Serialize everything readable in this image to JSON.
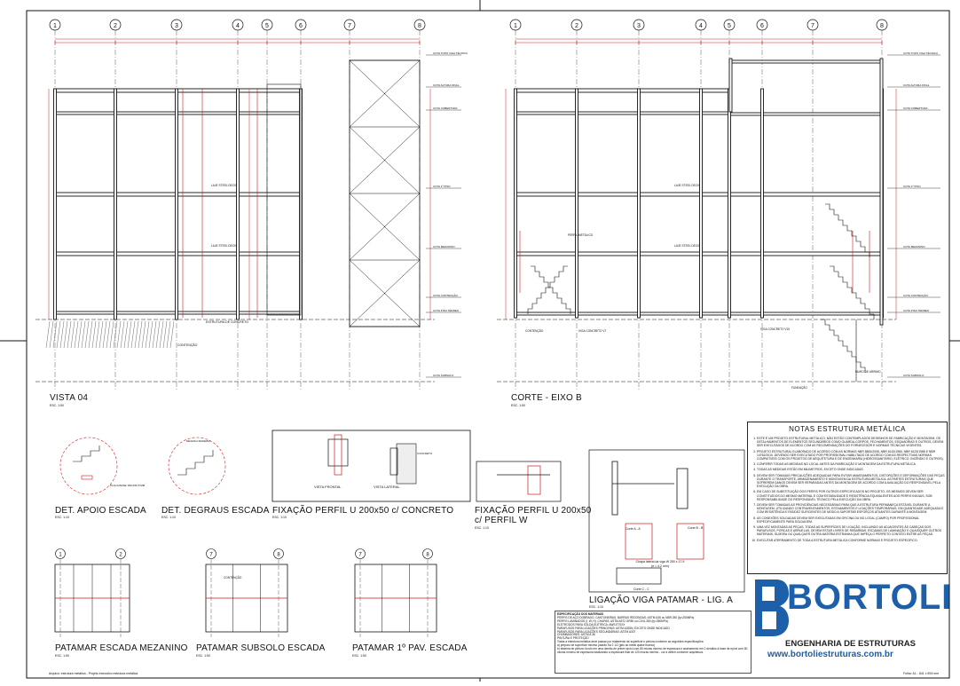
{
  "grid_top_left": [
    "1",
    "2",
    "3",
    "4",
    "5",
    "6",
    "7",
    "8"
  ],
  "grid_top_right": [
    "1",
    "2",
    "3",
    "4",
    "5",
    "6",
    "7",
    "8"
  ],
  "views": {
    "vista04": {
      "title": "VISTA 04",
      "scale": "ESC. 1:50"
    },
    "corte": {
      "title": "CORTE - EIXO B",
      "scale": "ESC. 1:50"
    },
    "det_apoio": {
      "title": "DET. APOIO ESCADA",
      "scale": "ESC. 1:10"
    },
    "det_degraus": {
      "title": "DET. DEGRAUS ESCADA",
      "scale": "ESC. 1:10"
    },
    "fix_concreto": {
      "title": "FIXAÇÃO PERFIL U 200x50 c/ CONCRETO",
      "scale": "ESC. 1:10"
    },
    "fix_w": {
      "title_l1": "FIXAÇÃO PERFIL U 200x50",
      "title_l2": "c/ PERFIL W",
      "scale": "ESC. 1:10"
    },
    "ligacao": {
      "title": "LIGAÇÃO VIGA PATAMAR - LIG. A",
      "scale": "ESC. 1:10"
    },
    "pat_mezanino": {
      "title": "PATAMAR ESCADA MEZANINO",
      "scale": "ESC. 1:50"
    },
    "pat_subsolo": {
      "title": "PATAMAR SUBSOLO ESCADA",
      "scale": "ESC. 1:50"
    },
    "pat_1pav": {
      "title": "PATAMAR 1º PAV. ESCADA",
      "scale": "ESC. 1:50"
    }
  },
  "labels": {
    "vista_frontal": "VISTA FRONTAL",
    "vista_lateral": "VISTA LATERAL",
    "contencao": "CONTENÇÃO",
    "estrutura_concreto": "ESTRUTURA DE CONCRETO",
    "viga_concreto_v7": "VIGA CONCRETO V7",
    "viga_concreto_v15": "VIGA CONCRETO V15",
    "fundacao": "FUNDAÇÃO",
    "muro_arrimo": "MURO DE ARRIMO",
    "laje_steel_deck": "LAJE STEEL DECK",
    "perfil_metalico": "PERFIL METÁLICO",
    "corte_aa": "Corte A - A",
    "corte_bb": "Corte B - B",
    "corte_cc": "Corte C - C",
    "chapa_lateral": "Chapa lateral da viga W 250 x 17.9",
    "chapa_lateral_e": "(e = 4.2 mm)",
    "degrau_madeira": "DEGRAU MADEIRA",
    "placa_base": "PLACA BASE 150x150 8 MM",
    "concreto": "CONCRETO"
  },
  "cotas": [
    "COTA TOPO VIGA TÉCNICA",
    "COTA ALTURA FINAL",
    "COTA COBERTURA",
    "COTA 1º PISO",
    "COTA MEZANINO",
    "COTA TÉRREO",
    "COTA CONTENÇÃO",
    "COTA PISO TÉRREO",
    "COTA SUBSOLO"
  ],
  "notas": {
    "title": "NOTAS ESTRUTURA METÁLICA",
    "items": [
      "ESTE É UM PROJETO ESTRUTURAL METÁLICO, NÃO ESTÃO CONTEMPLADOS DESENHOS DE FABRICAÇÃO E MONTAGEM, OS DETALHAMENTOS DE ELEMENTOS SECUNDÁRIOS COMO GUARDA-CORPOS, FECHAMENTOS, ESQUADRIAS E OUTROS, DEVEM SER EXECUTADOS DE ACORDO COM AS RECOMENDAÇÕES DO FORNECEDOR E NORMAS TÉCNICAS VIGENTES.",
      "PROJETO ESTRUTURAL ELABORADO DE ACORDO COM AS NORMAS NBR 8800/2008, NBR 6120/1980, NBR 6123/1988 E NBR 14762/2010. DEVENDO SER EXECUTADO POR PROFISSIONAL HABILITADO DE ACORDO COM AS RESPECTIVAS NORMAS COMPATÍVEIS COM OS PROJETOS DE ARQUITETURA E DE ENGENHARIA (HIDROSSANITÁRIO, ELÉTRICO, INCÊNDIO E OUTROS).",
      "CONFERIR TODAS AS MEDIDAS NO LOCAL ANTES DA FABRICAÇÃO E MONTAGEM DA ESTRUTURA METÁLICA.",
      "TODAS AS MEDIDAS ESTÃO EM MILÍMETROS, EXCETO ONDE INDICADAS.",
      "DEVEM SER TOMADAS PRECAUÇÕES ADEQUADAS PARA EVITAR AMASSAMENTOS, DISTORÇÕES E DEFORMAÇÕES DAS PEÇAS DURANTE O TRANSPORTE, ARMAZENAMENTO E MONTAGEM DA ESTRUTURA METÁLICA. AS PARTES ESTRUTURAIS QUE SOFREREM DANOS DEVEM SER REPARADAS ANTES DA MONTAGEM DE ACORDO COM A AVALIAÇÃO DO RESPONSÁVEL PELA EXECUÇÃO DA OBRA.",
      "EM CASO DE SUBSTITUIÇÃO DOS PERFIS POR OUTROS ESPECIFICADOS NO PROJETO, OS MESMOS DEVEM SER CONSTITUÍDOS DO MESMO MATERIAL E COM ESTABILIDADE E RESISTÊNCIA EQUIVALENTES AOS PERFIS INICIAIS, SOB RESPONSABILIDADE DO RESPONSÁVEL TÉCNICO PELA EXECUÇÃO DA OBRA.",
      "DEVEM SER TOMADAS AS PROVIDÊNCIAS NECESSÁRIAS PARA QUE A ESTRUTURA PERMANEÇA ESTÁVEL DURANTE A MONTAGEM, UTILIZANDO CONTRAVENTAMENTOS, ESTAIAMENTOS E LIGAÇÕES TEMPORÁRIAS, EM QUANTIDADE ADEQUADA E COM RESISTÊNCIA E RIGIDEZ SUFICIENTES DE MODO A SUPORTAR ESFORÇOS ATUANTES DURANTE A MONTAGEM.",
      "AS CONEXÕES SOLDADAS DEVEM SER EXECUTADAS EM OFICINA OU NO LOCAL (CAMPO) POR PROFISSIONAL ESPECIFICAMENTE PARA SOLDAGEM.",
      "UMA VEZ MONTADAS AS PEÇAS, TODAS AS SUPERFÍCIES DE LIGAÇÃO, INCLUINDO AS ADJACENTES ÀS CABEÇAS DOS PARAFUSOS, PORCAS E ARRUELAS, DEVEM ESTAR LIVRES DE REBARBAS, ESCAMAS DE LAMINAÇÃO E QUAISQUER OUTROS MATERIAIS, SUJEIRA OU QUALQUER OUTRA MATÉRIA ESTRANHA QUE IMPEÇA O PERFEITO CONTATO ENTRE AS PEÇAS.",
      "EXECUTAR ATERRAMENTO DE TODA A ESTRUTURA METÁLICA CONFORME NORMAS E PROJETO ESPECÍFICO."
    ]
  },
  "spec": {
    "title": "ESPECIFICAÇÃO DOS MATERIAIS",
    "lines": [
      "PERFIS DE AÇO DOBRADO, CANTONEIRAS, BARRAS REDONDAS: ASTM A36 ou NBR 250 (fy=250MPa)",
      "PERFIS LAMINADOS (I, W, H), CHAPAS: ASTM A572 GR50 ou CIVIL 350 (fy=350MPa)",
      "ELETRODOS PARA SOLDA ELÉTRICA: AWS E70XX",
      "PARAFUSOS PARA LIGAÇÕES PRINCIPAIS: ASTM A325N, EXCETO ONDE INDICADO",
      "PARAFUSOS PARA LIGAÇÕES SECUNDÁRIAS: ASTM A307",
      "CHUMBADORES: ASTM A 36",
      "PINTURA E PROTEÇÃO",
      "Todas a estrutura metálica deve passar por tratamento de superfície e pintura conforme as seguintes especificações:",
      "a) preparo de superfície mínimo padrão Sa 2 1/2 (jato ao metal quase branco)",
      "b) sistema de pintura: fundo em uma demão de primer epóxi com 80 micras mínimo de espessura e acabamento em 2 demãos à base de epóxi com 80 micras mínimo de espessura totalizando a espessura final de 120 micras mínimo - cor a definir conforme arquitetura."
    ]
  },
  "logo": {
    "brand": "BORTOLI",
    "sub": "ENGENHARIA DE ESTRUTURAS",
    "web": "www.bortoliestruturas.com.br"
  },
  "footer": {
    "left": "Arquivo: estrutura metálica - Projeto executivo estrutura metálica",
    "right": "Folha: A1 - 841 x 594 mm"
  },
  "colors": {
    "line": "#111111",
    "dim": "#d01919",
    "brand": "#1d5fa8"
  }
}
